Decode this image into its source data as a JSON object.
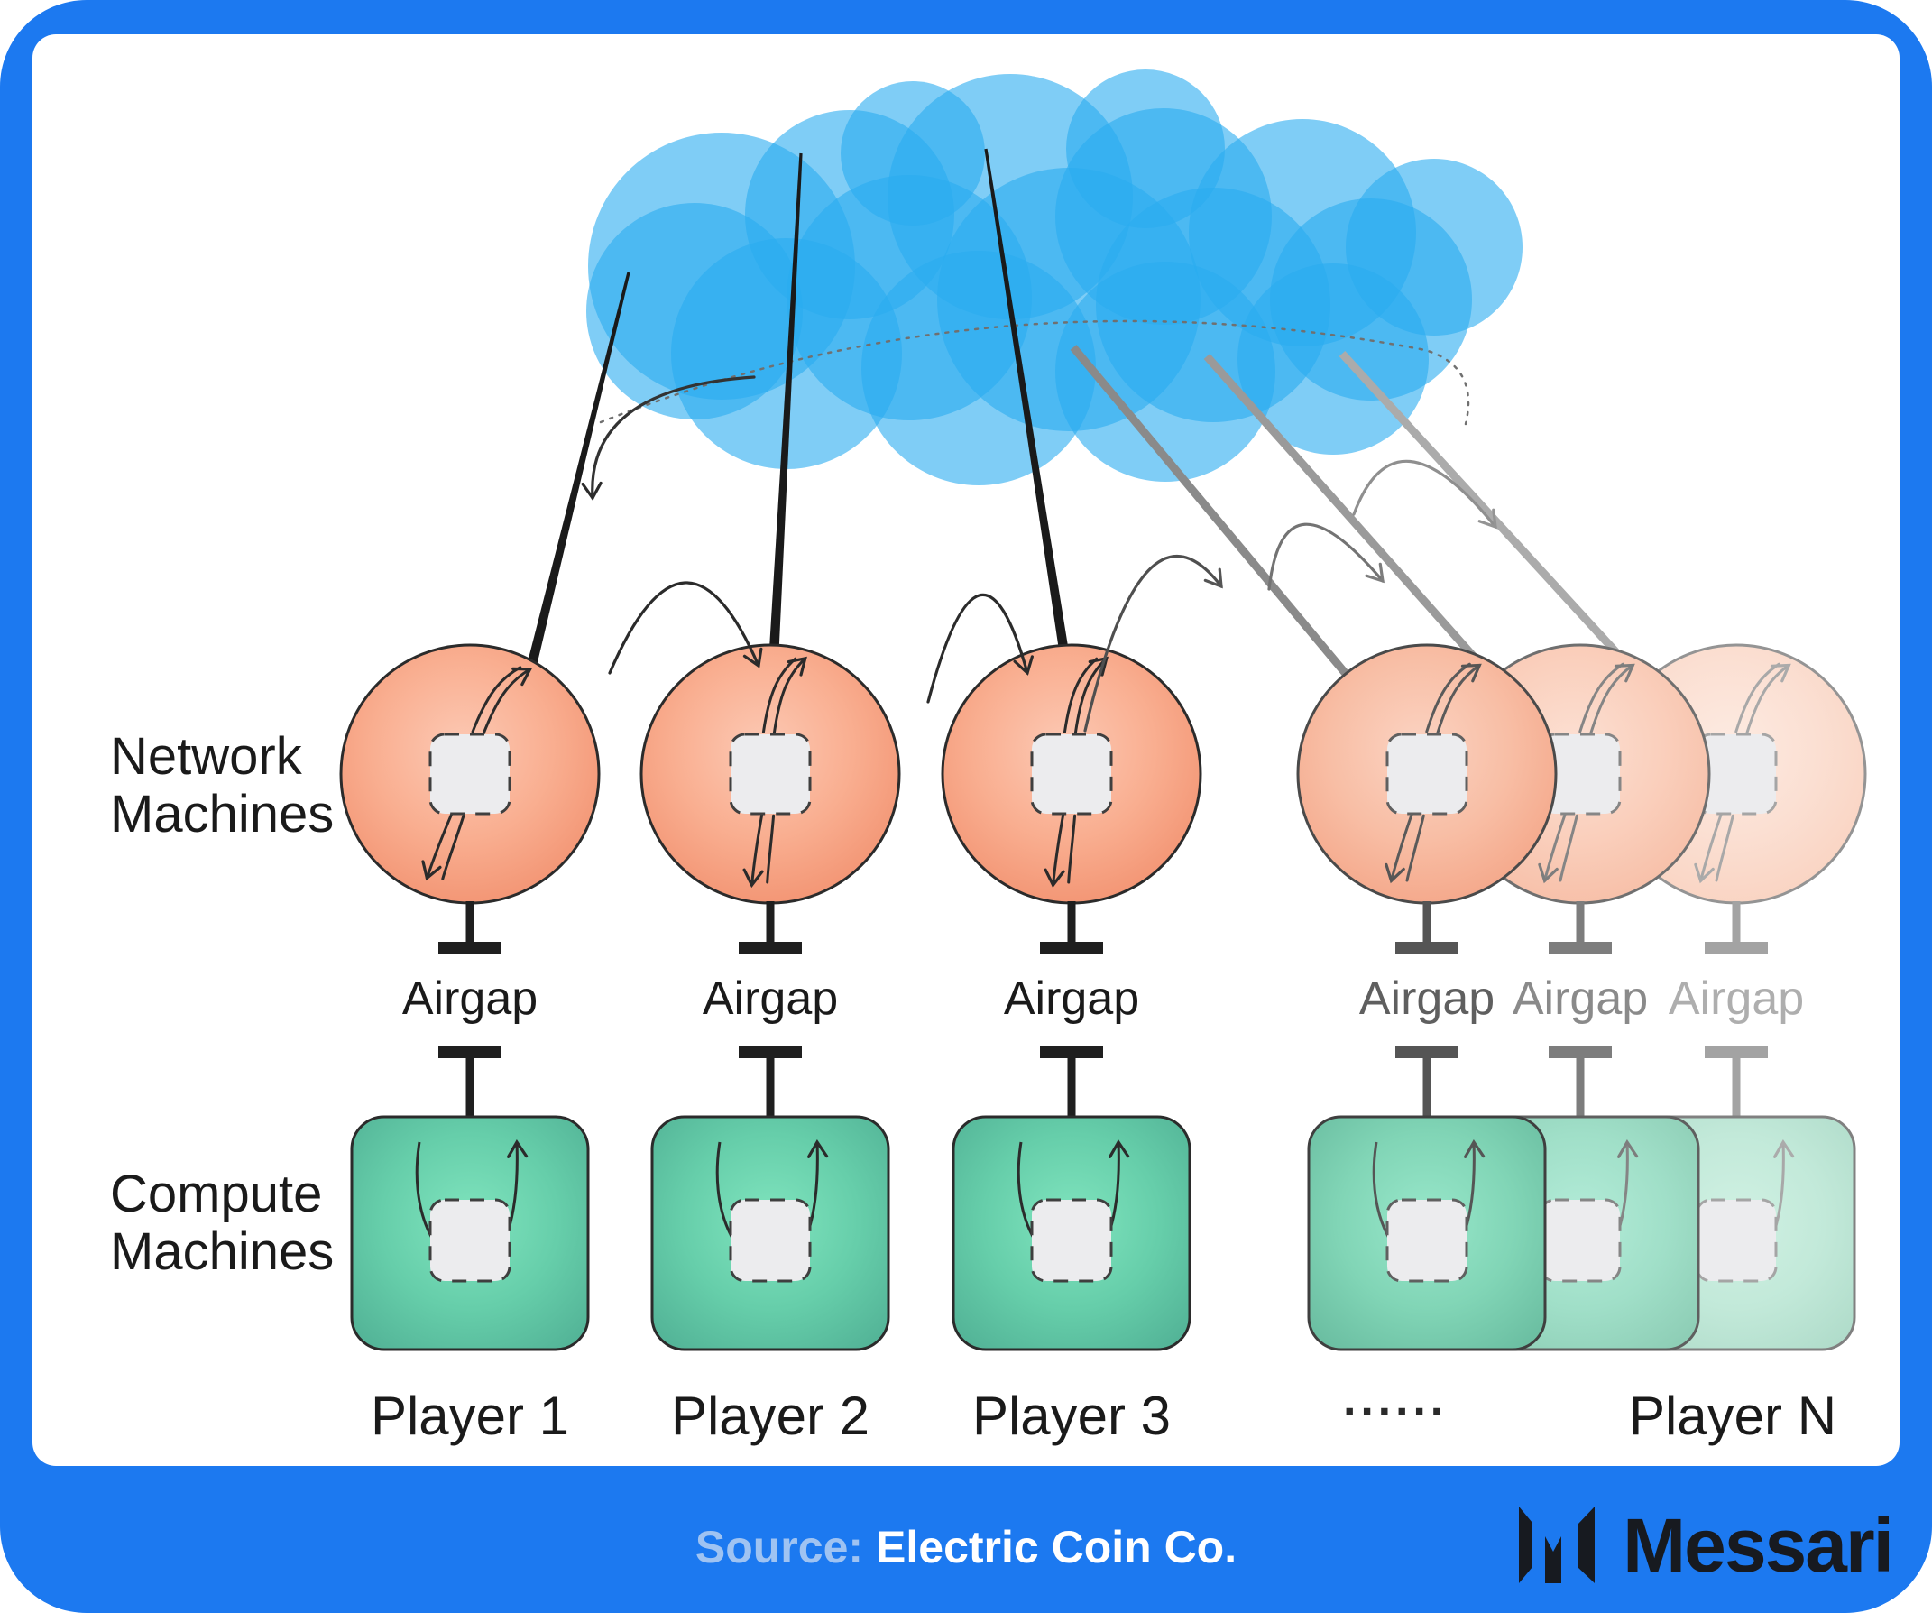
{
  "colors": {
    "accent": "#1C79F0",
    "cloud": "#29ACF0",
    "network_center": "#FCC9B4",
    "network_edge": "#EF8663",
    "compute_center": "#80E4BE",
    "compute_edge": "#4FAE93",
    "source_label": "#9FC3F2",
    "source_value": "#FFFFFF",
    "brand_text": "#171A20"
  },
  "labels": {
    "network_machines": [
      "Network",
      "Machines"
    ],
    "compute_machines": [
      "Compute",
      "Machines"
    ]
  },
  "columns": [
    {
      "airgap": "Airgap",
      "player": "Player 1"
    },
    {
      "airgap": "Airgap",
      "player": "Player 2"
    },
    {
      "airgap": "Airgap",
      "player": "Player 3"
    }
  ],
  "faded_columns": [
    {
      "airgap": "Airgap"
    },
    {
      "airgap": "Airgap"
    },
    {
      "airgap": "Airgap"
    }
  ],
  "ellipsis": "······",
  "player_n": "Player N",
  "footer": {
    "source_label": "Source:",
    "source_name": "Electric Coin Co.",
    "brand": "Messari"
  }
}
